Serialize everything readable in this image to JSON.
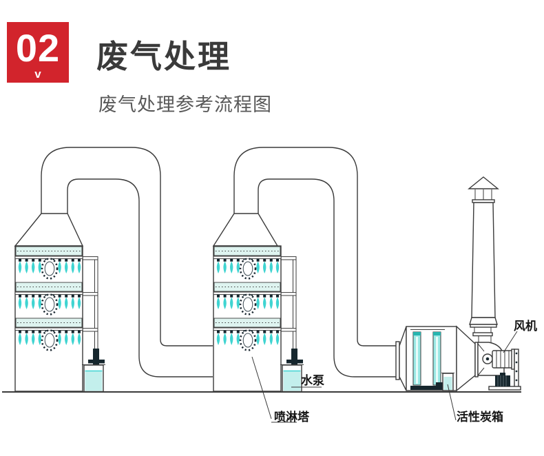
{
  "header": {
    "badge_number": "02",
    "badge_chevron": "v",
    "title": "废气处理",
    "subtitle": "废气处理参考流程图"
  },
  "diagram": {
    "labels": {
      "fan": "风机",
      "water_pump": "水泵",
      "spray_tower": "喷淋塔",
      "activated_carbon_box": "活性炭箱"
    },
    "colors": {
      "accent_red": "#d2242c",
      "line": "#3a3a3a",
      "spray_cyan": "#3fd4d1",
      "packing_band": "#def4f0",
      "water": "#c3efec",
      "column_teal": "#9ce9e5",
      "dark_teal": "#27b5b0"
    }
  }
}
